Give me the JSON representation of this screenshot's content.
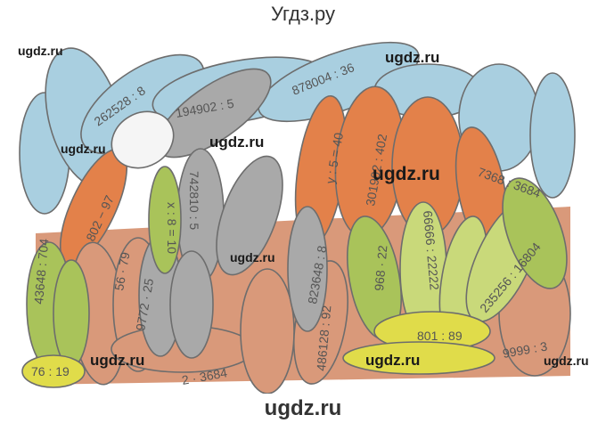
{
  "header": {
    "title": "Угдз.ру"
  },
  "footer": {
    "site": "ugdz.ru"
  },
  "watermarks": {
    "text": "ugdz.ru"
  },
  "expressions": [
    "262528 : 8",
    "194902 : 5",
    "878004 : 36",
    "802 − 97",
    "742810 : 5",
    "x : 8 = 10",
    "y : 5 = 40",
    "301902 : 402",
    "7368 : 3684",
    "43648 : 704",
    "56 · 79",
    "9772 · 25",
    "823648 : 8",
    "486128 : 92",
    "968 · 22",
    "66666 : 22222",
    "235256 : 16804",
    "801 : 89",
    "9999 : 3",
    "76 : 19",
    "2 · 3684"
  ],
  "colors": {
    "blue": "#a9cfe0",
    "orange": "#e3814a",
    "peach": "#d9997a",
    "gray": "#a9a9a9",
    "green": "#a9c35a",
    "yellow": "#e0dc4a",
    "lightgreen": "#c9d97a"
  }
}
